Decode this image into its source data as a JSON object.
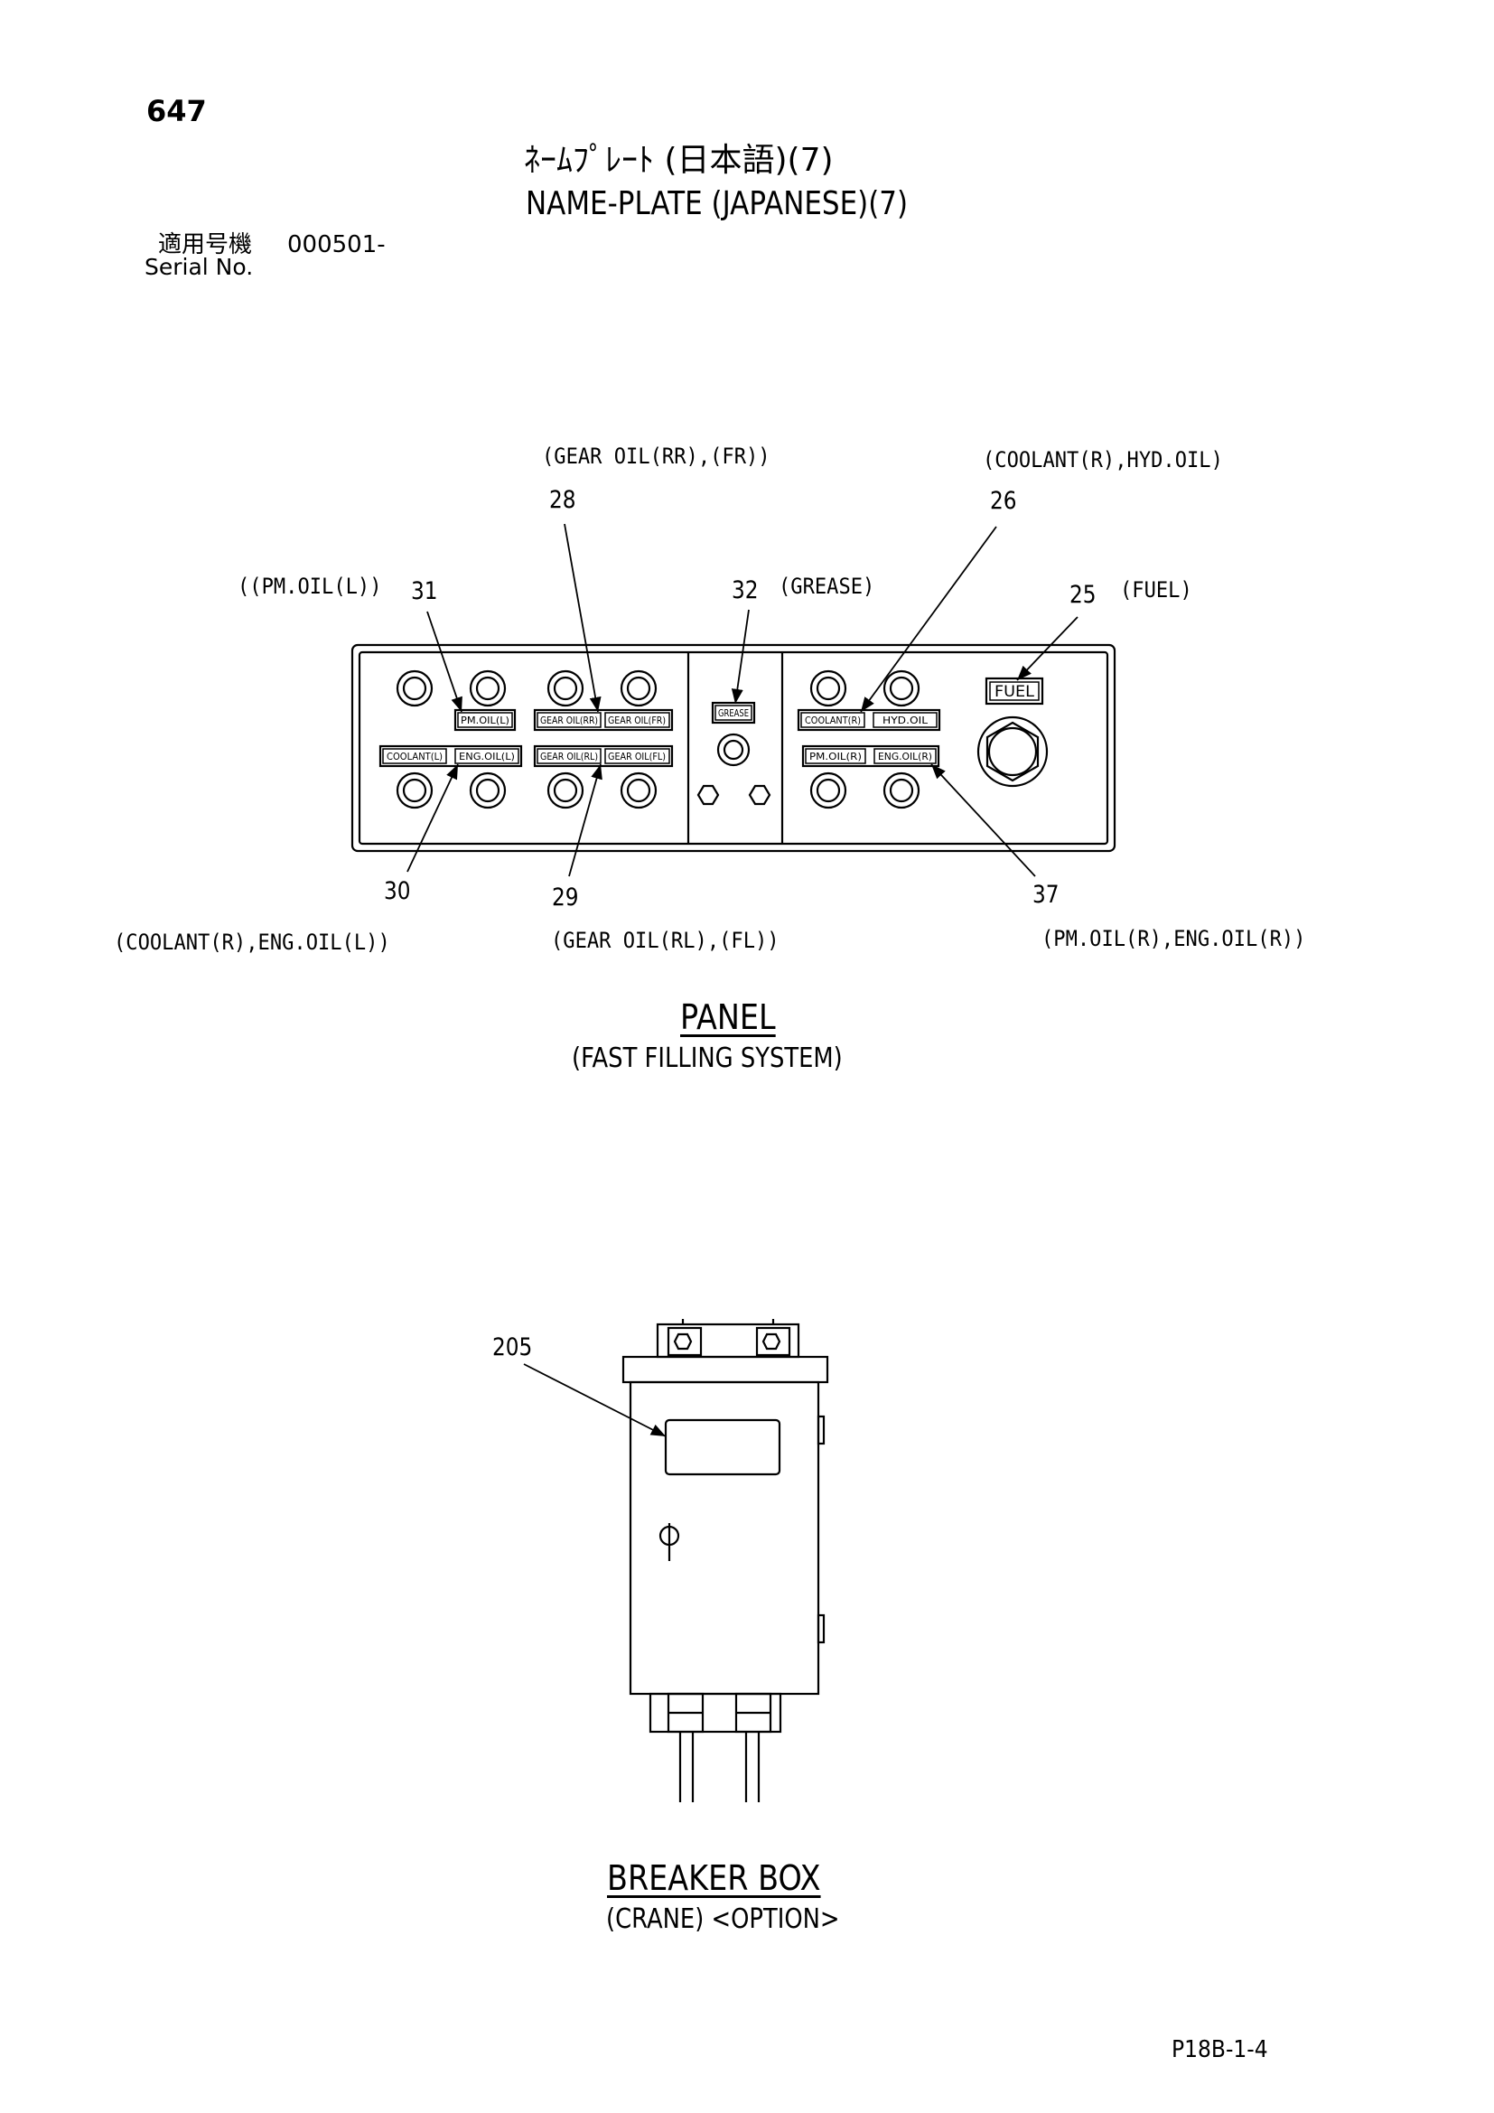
{
  "header": {
    "page_number": "647",
    "title_jp": "ﾈｰﾑﾌﾟﾚｰﾄ (日本語)(7)",
    "title_en": "NAME-PLATE (JAPANESE)(7)",
    "serial_label_jp": "適用号機",
    "serial_value": "000501-",
    "serial_label_en": "Serial No."
  },
  "panel": {
    "callouts": {
      "c28_text": "(GEAR OIL(RR),(FR))",
      "c26_text": "(COOLANT(R),HYD.OIL)",
      "c31_text": "((PM.OIL(L))",
      "c32_text": "(GREASE)",
      "c25_text": "(FUEL)",
      "c30_text": "(COOLANT(R),ENG.OIL(L))",
      "c29_text": "(GEAR OIL(RL),(FL))",
      "c37_text": "(PM.OIL(R),ENG.OIL(R))"
    },
    "numbers": {
      "n28": "28",
      "n26": "26",
      "n31": "31",
      "n32": "32",
      "n25": "25",
      "n30": "30",
      "n29": "29",
      "n37": "37"
    },
    "plates": {
      "pm_oil_l": "PM.OIL(L)",
      "gear_oil_rr": "GEAR OIL(RR)",
      "gear_oil_fr": "GEAR OIL(FR)",
      "grease": "GREASE",
      "coolant_r": "COOLANT(R)",
      "hyd_oil": "HYD.OIL",
      "fuel": "FUEL",
      "coolant_l": "COOLANT(L)",
      "eng_oil_l": "ENG.OIL(L)",
      "gear_oil_rl": "GEAR OIL(RL)",
      "gear_oil_fl": "GEAR OIL(FL)",
      "pm_oil_r": "PM.OIL(R)",
      "eng_oil_r": "ENG.OIL(R)"
    },
    "caption": "PANEL",
    "subcaption": "(FAST FILLING SYSTEM)"
  },
  "breaker_box": {
    "number": "205",
    "caption": "BREAKER BOX",
    "subcaption": "(CRANE) <OPTION>"
  },
  "footer": {
    "code": "P18B-1-4"
  }
}
